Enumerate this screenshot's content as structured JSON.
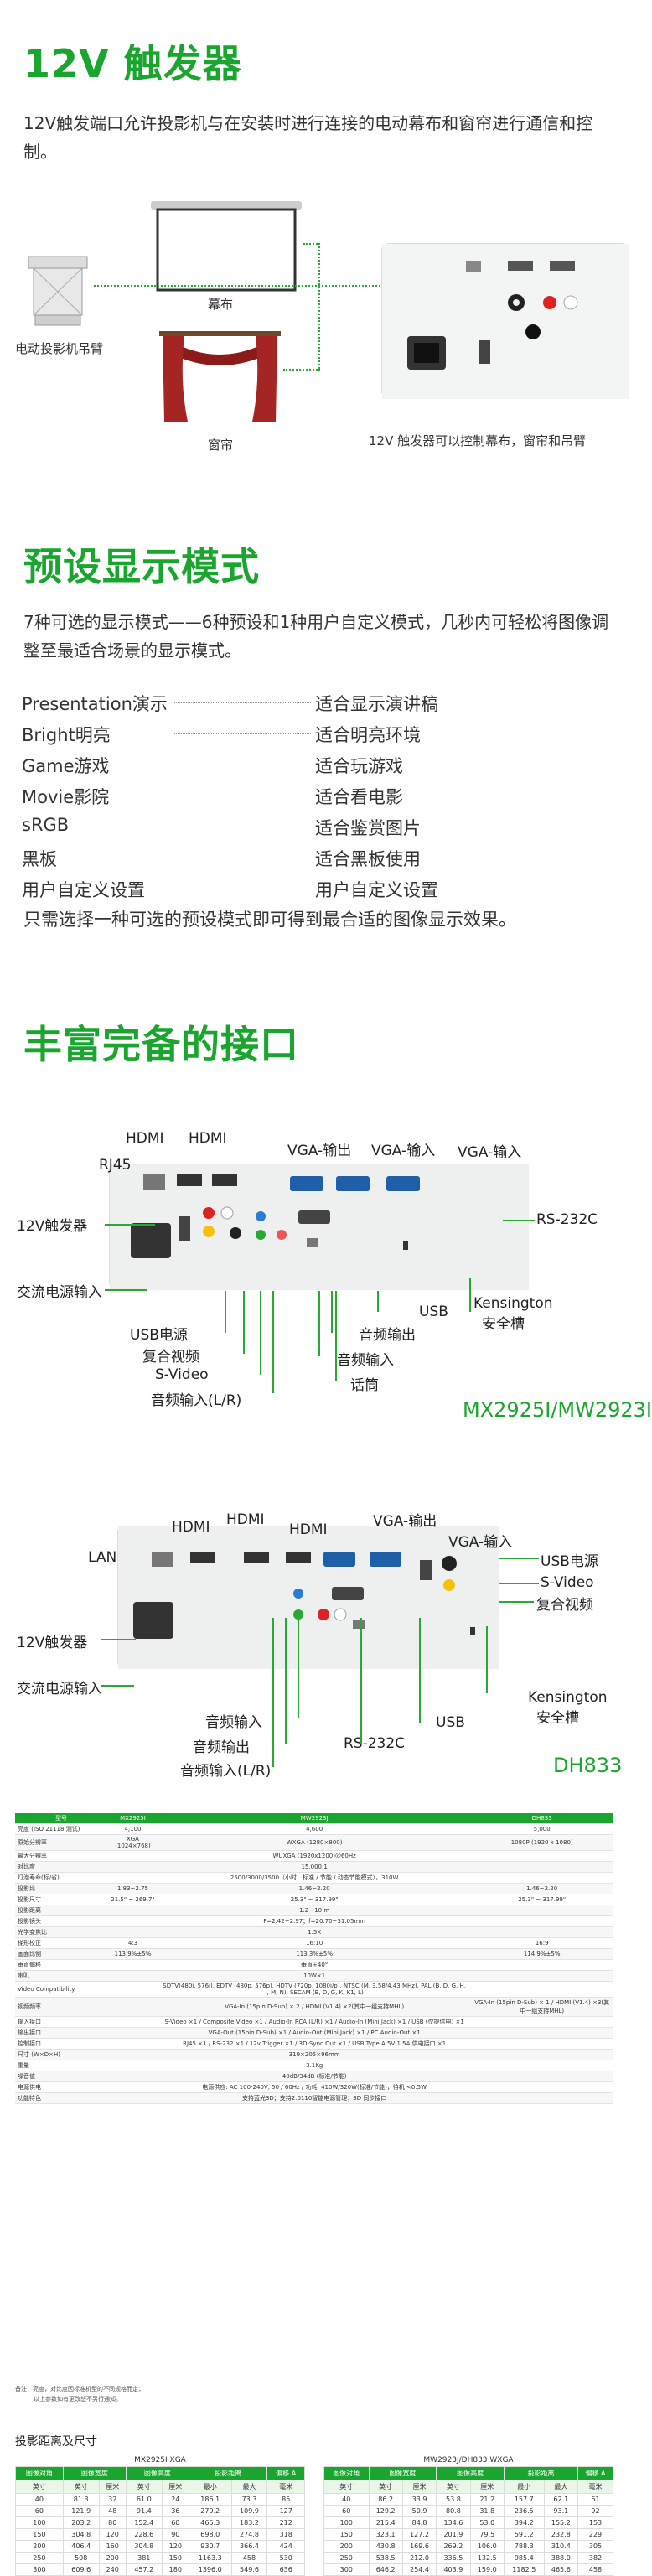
{
  "trigger": {
    "title": "12V 触发器",
    "desc": "12V触发端口允许投影机与在安装时进行连接的电动幕布和窗帘进行通信和控制。",
    "label_screen": "幕布",
    "label_lift": "电动投影机吊臂",
    "label_curtain": "窗帘",
    "label_caption": "12V 触发器可以控制幕布，窗帘和吊臂"
  },
  "modes": {
    "title": "预设显示模式",
    "desc": "7种可选的显示模式——6种预设和1种用户自定义模式，几秒内可轻松将图像调整至最适合场景的显示模式。",
    "items": [
      {
        "name": "Presentation演示",
        "use": "适合显示演讲稿"
      },
      {
        "name": "Bright明亮",
        "use": "适合明亮环境"
      },
      {
        "name": "Game游戏",
        "use": "适合玩游戏"
      },
      {
        "name": "Movie影院",
        "use": "适合看电影"
      },
      {
        "name": "sRGB",
        "use": "适合鉴赏图片"
      },
      {
        "name": "黑板",
        "use": "适合黑板使用"
      },
      {
        "name": "用户自定义设置",
        "use": "用户自定义设置"
      }
    ],
    "footer": "只需选择一种可选的预设模式即可得到最合适的图像显示效果。"
  },
  "ports": {
    "title": "丰富完备的接口",
    "p1": {
      "model": "MX2925I/MW2923I",
      "labels": [
        "RJ45",
        "HDMI",
        "HDMI",
        "VGA-输出",
        "VGA-输入",
        "VGA-输入",
        "12V触发器",
        "RS-232C",
        "交流电源输入",
        "USB",
        "Kensington",
        "安全槽",
        "USB电源",
        "复合视频",
        "S-Video",
        "音频输出",
        "音频输入",
        "音频输入(L/R)",
        "话筒"
      ]
    },
    "p2": {
      "model": "DH833",
      "labels": [
        "LAN",
        "HDMI",
        "HDMI",
        "HDMI",
        "VGA-输出",
        "VGA-输入",
        "USB电源",
        "S-Video",
        "复合视频",
        "12V触发器",
        "交流电源输入",
        "Kensington",
        "安全槽",
        "音频输入",
        "USB",
        "音频输出",
        "RS-232C",
        "音频输入(L/R)"
      ]
    }
  },
  "spec": {
    "headers": [
      "型号",
      "MX2925I",
      "MW2923J",
      "DH833"
    ],
    "rows": [
      [
        "亮度 (ISO 21118 测试)",
        "4,100",
        "4,600",
        "5,000"
      ],
      [
        "原始分辨率",
        "XGA (1024×768)",
        "WXGA (1280×800)",
        "1080P (1920 x 1080)"
      ],
      [
        "最大分辨率",
        "",
        "WUXGA (1920x1200)@60Hz",
        ""
      ],
      [
        "对比度",
        "",
        "15,000:1",
        ""
      ],
      [
        "灯泡寿命(标/省)",
        "",
        "2500/3000/3500（小时，标准 / 节能 / 动态节能模式），310W",
        ""
      ],
      [
        "投影比",
        "1.83~2.75",
        "1.46~2.20",
        "1.46~2.20"
      ],
      [
        "投影尺寸",
        "21.5\" ~ 269.7\"",
        "25.3\" ~ 317.99\"",
        "25.3\" ~ 317.99\""
      ],
      [
        "投影距离",
        "",
        "1.2 - 10 m",
        ""
      ],
      [
        "投影镜头",
        "",
        "F=2.42~2.97；f=20.70~31.05mm",
        ""
      ],
      [
        "光学变焦比",
        "",
        "1.5X",
        ""
      ],
      [
        "梯形校正",
        "4:3",
        "16:10",
        "16:9"
      ],
      [
        "画面比例",
        "113.9%±5%",
        "113.3%±5%",
        "114.9%±5%"
      ],
      [
        "垂直偏移",
        "",
        "垂直+40°",
        ""
      ],
      [
        "喇叭",
        "",
        "10W×1",
        ""
      ],
      [
        "Video Compatibility",
        "",
        "SDTV(480i, 576i), EDTV (480p, 576p), HDTV (720p, 1080i/p), NTSC (M, 3.58/4.43 MHz), PAL (B, D, G, H, I, M, N), SECAM (B, D, G, K, K1, L)",
        ""
      ],
      [
        "视频频率",
        "",
        "VGA-In (15pin D-Sub) × 2 / HDMI (V1.4) ×2(其中一组支持MHL)",
        "VGA-In (15pin D-Sub) × 1 / HDMI (V1.4) ×3(其中一组支持MHL)"
      ],
      [
        "输入接口",
        "",
        "S-Video ×1 / Composite Video ×1 / Audio-In RCA (L/R) ×1 / Audio-In (Mini Jack) ×1 / USB (仅提供电) ×1",
        ""
      ],
      [
        "输出接口",
        "",
        "VGA-Out (15pin D-Sub) ×1 / Audio-Out (Mini Jack) ×1 / PC Audio-Out ×1",
        ""
      ],
      [
        "控制接口",
        "",
        "RJ45 ×1 / RS-232 ×1 / 12v Trigger ×1 / 3D-Sync Out ×1 / USB Type A 5V 1.5A 供电接口 ×1",
        ""
      ],
      [
        "尺寸 (W×D×H)",
        "",
        "319×205×96mm",
        ""
      ],
      [
        "重量",
        "",
        "3.1Kg",
        ""
      ],
      [
        "噪音值",
        "",
        "40dB/34dB (标准/节能)",
        ""
      ],
      [
        "电源供电",
        "",
        "电源供应: AC 100-240V, 50 / 60Hz / 功耗: 410W/320W(标准/节能)，待机 <0.5W",
        ""
      ],
      [
        "功能特色",
        "",
        "支持蓝光3D；支持2.0110智能电源管理；3D 同步接口",
        ""
      ]
    ],
    "note1": "备注：亮度，对比度因标准机型的不同规格而定；",
    "note2": "以上参数如有更改恕不另行通知。"
  },
  "distance": {
    "title": "投影距离及尺寸",
    "left": {
      "caption": "MX2925I XGA",
      "headers": [
        "图像对角",
        "图像宽度",
        "",
        "图像高度",
        "",
        "投影距离",
        "",
        "偏移 A"
      ],
      "units": [
        "英寸",
        "英寸",
        "厘米",
        "英寸",
        "厘米",
        "最小",
        "最大",
        "毫米"
      ],
      "rows": [
        [
          "40",
          "81.3",
          "32",
          "61.0",
          "24",
          "186.1",
          "73.3",
          "85"
        ],
        [
          "60",
          "121.9",
          "48",
          "91.4",
          "36",
          "279.2",
          "109.9",
          "127"
        ],
        [
          "100",
          "203.2",
          "80",
          "152.4",
          "60",
          "465.3",
          "183.2",
          "212"
        ],
        [
          "150",
          "304.8",
          "120",
          "228.6",
          "90",
          "698.0",
          "274.8",
          "318"
        ],
        [
          "200",
          "406.4",
          "160",
          "304.8",
          "120",
          "930.7",
          "366.4",
          "424"
        ],
        [
          "250",
          "508",
          "200",
          "381",
          "150",
          "1163.3",
          "458",
          "530"
        ],
        [
          "300",
          "609.6",
          "240",
          "457.2",
          "180",
          "1396.0",
          "549.6",
          "636"
        ]
      ]
    },
    "right": {
      "caption": "MW2923J/DH833 WXGA",
      "headers": [
        "图像对角",
        "图像宽度",
        "",
        "图像高度",
        "",
        "投影距离",
        "",
        "偏移 A"
      ],
      "units": [
        "英寸",
        "英寸",
        "厘米",
        "英寸",
        "厘米",
        "最小",
        "最大",
        "毫米"
      ],
      "rows": [
        [
          "40",
          "86.2",
          "33.9",
          "53.8",
          "21.2",
          "157.7",
          "62.1",
          "61"
        ],
        [
          "60",
          "129.2",
          "50.9",
          "80.8",
          "31.8",
          "236.5",
          "93.1",
          "92"
        ],
        [
          "100",
          "215.4",
          "84.8",
          "134.6",
          "53.0",
          "394.2",
          "155.2",
          "153"
        ],
        [
          "150",
          "323.1",
          "127.2",
          "201.9",
          "79.5",
          "591.2",
          "232.8",
          "229"
        ],
        [
          "200",
          "430.8",
          "169.6",
          "269.2",
          "106.0",
          "788.3",
          "310.4",
          "305"
        ],
        [
          "250",
          "538.5",
          "212.0",
          "336.5",
          "132.5",
          "985.4",
          "388.0",
          "382"
        ],
        [
          "300",
          "646.2",
          "254.4",
          "403.9",
          "159.0",
          "1182.5",
          "465.6",
          "458"
        ]
      ]
    }
  }
}
